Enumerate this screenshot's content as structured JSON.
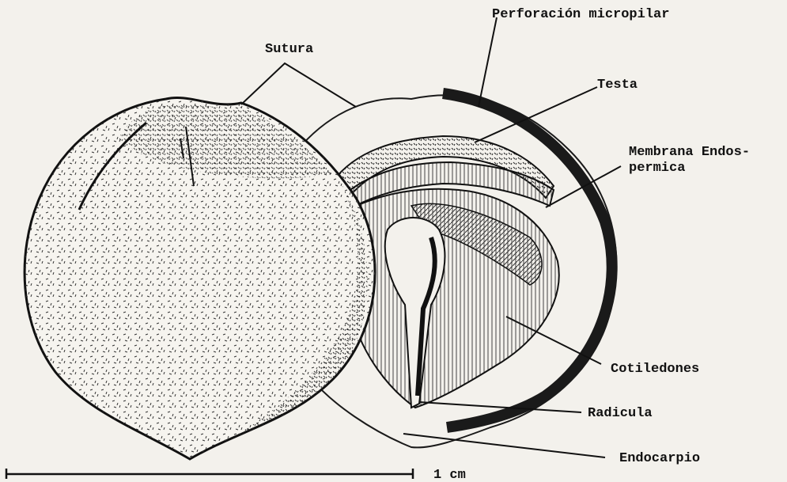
{
  "labels": {
    "sutura": "Sutura",
    "perforacion": "Perforación micropilar",
    "testa": "Testa",
    "membrana_line1": "Membrana Endos-",
    "membrana_line2": "permica",
    "cotiledones": "Cotiledones",
    "radicula": "Radicula",
    "endocarpio": "Endocarpio",
    "scale": "1 cm"
  },
  "colors": {
    "ink": "#111111",
    "paper": "#f3f1ec"
  }
}
